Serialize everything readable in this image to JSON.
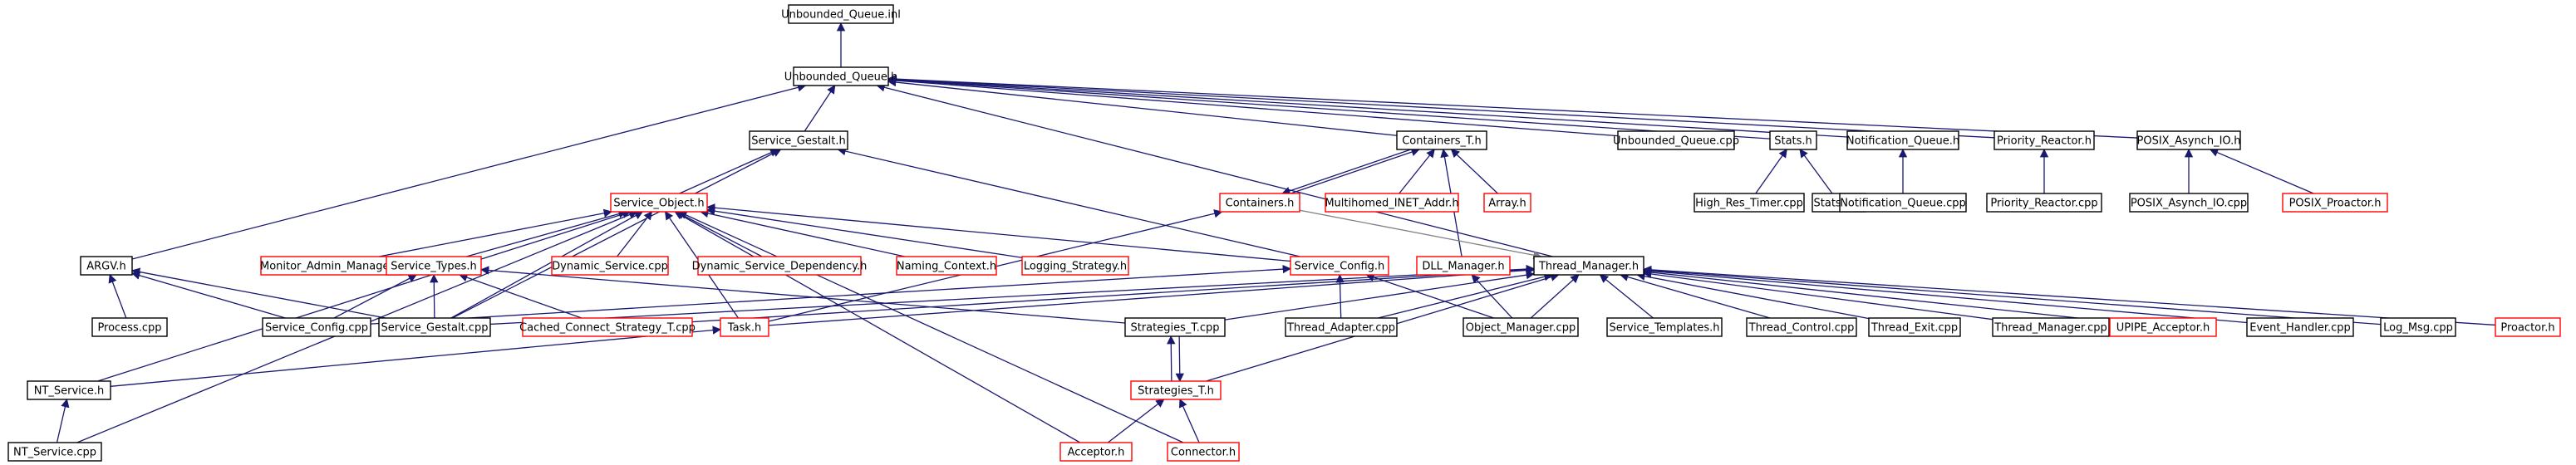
{
  "colors": {
    "edge": "#191970",
    "edge_gray": "#808080",
    "node_border_black": "#000000",
    "node_border_red": "#ff0000",
    "root_fill": "#bfbfbf"
  },
  "nodes": [
    {
      "id": "unbounded_queue_inl",
      "label": "Unbounded_Queue.inl",
      "border": "black",
      "root": true
    },
    {
      "id": "unbounded_queue_h",
      "label": "Unbounded_Queue.h",
      "border": "black"
    },
    {
      "id": "service_gestalt_h",
      "label": "Service_Gestalt.h",
      "border": "black"
    },
    {
      "id": "containers_t_h",
      "label": "Containers_T.h",
      "border": "black"
    },
    {
      "id": "unbounded_queue_cpp",
      "label": "Unbounded_Queue.cpp",
      "border": "black"
    },
    {
      "id": "stats_h",
      "label": "Stats.h",
      "border": "black"
    },
    {
      "id": "notification_queue_h",
      "label": "Notification_Queue.h",
      "border": "black"
    },
    {
      "id": "priority_reactor_h",
      "label": "Priority_Reactor.h",
      "border": "black"
    },
    {
      "id": "posix_asynch_io_h",
      "label": "POSIX_Asynch_IO.h",
      "border": "black"
    },
    {
      "id": "service_object_h",
      "label": "Service_Object.h",
      "border": "red"
    },
    {
      "id": "containers_h",
      "label": "Containers.h",
      "border": "red"
    },
    {
      "id": "multihomed_inet_addr_h",
      "label": "Multihomed_INET_Addr.h",
      "border": "red"
    },
    {
      "id": "array_h",
      "label": "Array.h",
      "border": "red"
    },
    {
      "id": "high_res_timer_cpp",
      "label": "High_Res_Timer.cpp",
      "border": "black"
    },
    {
      "id": "stats_cpp",
      "label": "Stats.cpp",
      "border": "black"
    },
    {
      "id": "notification_queue_cpp",
      "label": "Notification_Queue.cpp",
      "border": "black"
    },
    {
      "id": "priority_reactor_cpp",
      "label": "Priority_Reactor.cpp",
      "border": "black"
    },
    {
      "id": "posix_asynch_io_cpp",
      "label": "POSIX_Asynch_IO.cpp",
      "border": "black"
    },
    {
      "id": "posix_proactor_h",
      "label": "POSIX_Proactor.h",
      "border": "red"
    },
    {
      "id": "argv_h",
      "label": "ARGV.h",
      "border": "black"
    },
    {
      "id": "monitor_admin_manager_h",
      "label": "Monitor_Admin_Manager.h",
      "border": "red"
    },
    {
      "id": "service_types_h",
      "label": "Service_Types.h",
      "border": "red"
    },
    {
      "id": "dynamic_service_cpp",
      "label": "Dynamic_Service.cpp",
      "border": "red"
    },
    {
      "id": "dynamic_service_dependency_h",
      "label": "Dynamic_Service_Dependency.h",
      "border": "red"
    },
    {
      "id": "naming_context_h",
      "label": "Naming_Context.h",
      "border": "red"
    },
    {
      "id": "logging_strategy_h",
      "label": "Logging_Strategy.h",
      "border": "red"
    },
    {
      "id": "service_config_h",
      "label": "Service_Config.h",
      "border": "red"
    },
    {
      "id": "dll_manager_h",
      "label": "DLL_Manager.h",
      "border": "red"
    },
    {
      "id": "thread_manager_h",
      "label": "Thread_Manager.h",
      "border": "black"
    },
    {
      "id": "process_cpp",
      "label": "Process.cpp",
      "border": "black"
    },
    {
      "id": "service_config_cpp",
      "label": "Service_Config.cpp",
      "border": "black"
    },
    {
      "id": "service_gestalt_cpp",
      "label": "Service_Gestalt.cpp",
      "border": "black"
    },
    {
      "id": "cached_connect_strategy_t_cpp",
      "label": "Cached_Connect_Strategy_T.cpp",
      "border": "red"
    },
    {
      "id": "task_h",
      "label": "Task.h",
      "border": "red"
    },
    {
      "id": "strategies_t_cpp",
      "label": "Strategies_T.cpp",
      "border": "black"
    },
    {
      "id": "thread_adapter_cpp",
      "label": "Thread_Adapter.cpp",
      "border": "black"
    },
    {
      "id": "object_manager_cpp",
      "label": "Object_Manager.cpp",
      "border": "black"
    },
    {
      "id": "service_templates_h",
      "label": "Service_Templates.h",
      "border": "black"
    },
    {
      "id": "thread_control_cpp",
      "label": "Thread_Control.cpp",
      "border": "black"
    },
    {
      "id": "thread_exit_cpp",
      "label": "Thread_Exit.cpp",
      "border": "black"
    },
    {
      "id": "thread_manager_cpp",
      "label": "Thread_Manager.cpp",
      "border": "black"
    },
    {
      "id": "upipe_acceptor_h",
      "label": "UPIPE_Acceptor.h",
      "border": "red"
    },
    {
      "id": "event_handler_cpp",
      "label": "Event_Handler.cpp",
      "border": "black"
    },
    {
      "id": "log_msg_cpp",
      "label": "Log_Msg.cpp",
      "border": "black"
    },
    {
      "id": "proactor_h",
      "label": "Proactor.h",
      "border": "red"
    },
    {
      "id": "nt_service_h",
      "label": "NT_Service.h",
      "border": "black"
    },
    {
      "id": "strategies_t_h",
      "label": "Strategies_T.h",
      "border": "red"
    },
    {
      "id": "nt_service_cpp",
      "label": "NT_Service.cpp",
      "border": "black"
    },
    {
      "id": "acceptor_h",
      "label": "Acceptor.h",
      "border": "red"
    },
    {
      "id": "connector_h",
      "label": "Connector.h",
      "border": "red"
    }
  ],
  "edges": [
    {
      "from": "unbounded_queue_h",
      "to": "unbounded_queue_inl"
    },
    {
      "from": "service_gestalt_h",
      "to": "unbounded_queue_h"
    },
    {
      "from": "containers_t_h",
      "to": "unbounded_queue_h"
    },
    {
      "from": "unbounded_queue_cpp",
      "to": "unbounded_queue_h"
    },
    {
      "from": "stats_h",
      "to": "unbounded_queue_h"
    },
    {
      "from": "notification_queue_h",
      "to": "unbounded_queue_h"
    },
    {
      "from": "priority_reactor_h",
      "to": "unbounded_queue_h"
    },
    {
      "from": "posix_asynch_io_h",
      "to": "unbounded_queue_h"
    },
    {
      "from": "argv_h",
      "to": "unbounded_queue_h"
    },
    {
      "from": "thread_manager_h",
      "to": "unbounded_queue_h"
    },
    {
      "from": "service_object_h",
      "to": "service_gestalt_h"
    },
    {
      "from": "service_config_h",
      "to": "service_gestalt_h"
    },
    {
      "from": "service_gestalt_cpp",
      "to": "service_gestalt_h"
    },
    {
      "from": "containers_h",
      "to": "containers_t_h"
    },
    {
      "from": "multihomed_inet_addr_h",
      "to": "containers_t_h"
    },
    {
      "from": "array_h",
      "to": "containers_t_h"
    },
    {
      "from": "dll_manager_h",
      "to": "containers_t_h"
    },
    {
      "from": "containers_t_h",
      "to": "containers_h"
    },
    {
      "from": "high_res_timer_cpp",
      "to": "stats_h"
    },
    {
      "from": "stats_cpp",
      "to": "stats_h"
    },
    {
      "from": "notification_queue_cpp",
      "to": "notification_queue_h"
    },
    {
      "from": "priority_reactor_cpp",
      "to": "priority_reactor_h"
    },
    {
      "from": "posix_asynch_io_cpp",
      "to": "posix_asynch_io_h"
    },
    {
      "from": "posix_proactor_h",
      "to": "posix_asynch_io_h"
    },
    {
      "from": "monitor_admin_manager_h",
      "to": "service_object_h"
    },
    {
      "from": "service_types_h",
      "to": "service_object_h"
    },
    {
      "from": "dynamic_service_cpp",
      "to": "service_object_h"
    },
    {
      "from": "dynamic_service_dependency_h",
      "to": "service_object_h"
    },
    {
      "from": "naming_context_h",
      "to": "service_object_h"
    },
    {
      "from": "logging_strategy_h",
      "to": "service_object_h"
    },
    {
      "from": "service_config_h",
      "to": "service_object_h"
    },
    {
      "from": "service_gestalt_cpp",
      "to": "service_object_h"
    },
    {
      "from": "nt_service_h",
      "to": "service_object_h"
    },
    {
      "from": "nt_service_cpp",
      "to": "service_object_h"
    },
    {
      "from": "acceptor_h",
      "to": "service_object_h"
    },
    {
      "from": "connector_h",
      "to": "service_object_h"
    },
    {
      "from": "task_h",
      "to": "service_object_h"
    },
    {
      "from": "containers_h",
      "to": "thread_manager_h",
      "gray": true
    },
    {
      "from": "task_h",
      "to": "containers_h"
    },
    {
      "from": "process_cpp",
      "to": "argv_h"
    },
    {
      "from": "service_config_cpp",
      "to": "argv_h"
    },
    {
      "from": "service_gestalt_cpp",
      "to": "argv_h"
    },
    {
      "from": "service_config_cpp",
      "to": "service_types_h"
    },
    {
      "from": "service_gestalt_cpp",
      "to": "service_types_h"
    },
    {
      "from": "cached_connect_strategy_t_cpp",
      "to": "service_types_h"
    },
    {
      "from": "strategies_t_cpp",
      "to": "service_types_h"
    },
    {
      "from": "service_config_cpp",
      "to": "service_config_h"
    },
    {
      "from": "thread_adapter_cpp",
      "to": "service_config_h"
    },
    {
      "from": "object_manager_cpp",
      "to": "service_config_h"
    },
    {
      "from": "object_manager_cpp",
      "to": "dll_manager_h"
    },
    {
      "from": "service_gestalt_cpp",
      "to": "thread_manager_h"
    },
    {
      "from": "cached_connect_strategy_t_cpp",
      "to": "thread_manager_h"
    },
    {
      "from": "task_h",
      "to": "thread_manager_h"
    },
    {
      "from": "strategies_t_cpp",
      "to": "thread_manager_h"
    },
    {
      "from": "thread_adapter_cpp",
      "to": "thread_manager_h"
    },
    {
      "from": "object_manager_cpp",
      "to": "thread_manager_h"
    },
    {
      "from": "service_templates_h",
      "to": "thread_manager_h"
    },
    {
      "from": "thread_control_cpp",
      "to": "thread_manager_h"
    },
    {
      "from": "thread_exit_cpp",
      "to": "thread_manager_h"
    },
    {
      "from": "thread_manager_cpp",
      "to": "thread_manager_h"
    },
    {
      "from": "upipe_acceptor_h",
      "to": "thread_manager_h"
    },
    {
      "from": "event_handler_cpp",
      "to": "thread_manager_h"
    },
    {
      "from": "log_msg_cpp",
      "to": "thread_manager_h"
    },
    {
      "from": "proactor_h",
      "to": "thread_manager_h"
    },
    {
      "from": "strategies_t_h",
      "to": "thread_manager_h"
    },
    {
      "from": "nt_service_h",
      "to": "task_h"
    },
    {
      "from": "strategies_t_h",
      "to": "strategies_t_cpp"
    },
    {
      "from": "strategies_t_cpp",
      "to": "strategies_t_h"
    },
    {
      "from": "acceptor_h",
      "to": "strategies_t_h"
    },
    {
      "from": "connector_h",
      "to": "strategies_t_h"
    },
    {
      "from": "nt_service_cpp",
      "to": "nt_service_h"
    }
  ]
}
